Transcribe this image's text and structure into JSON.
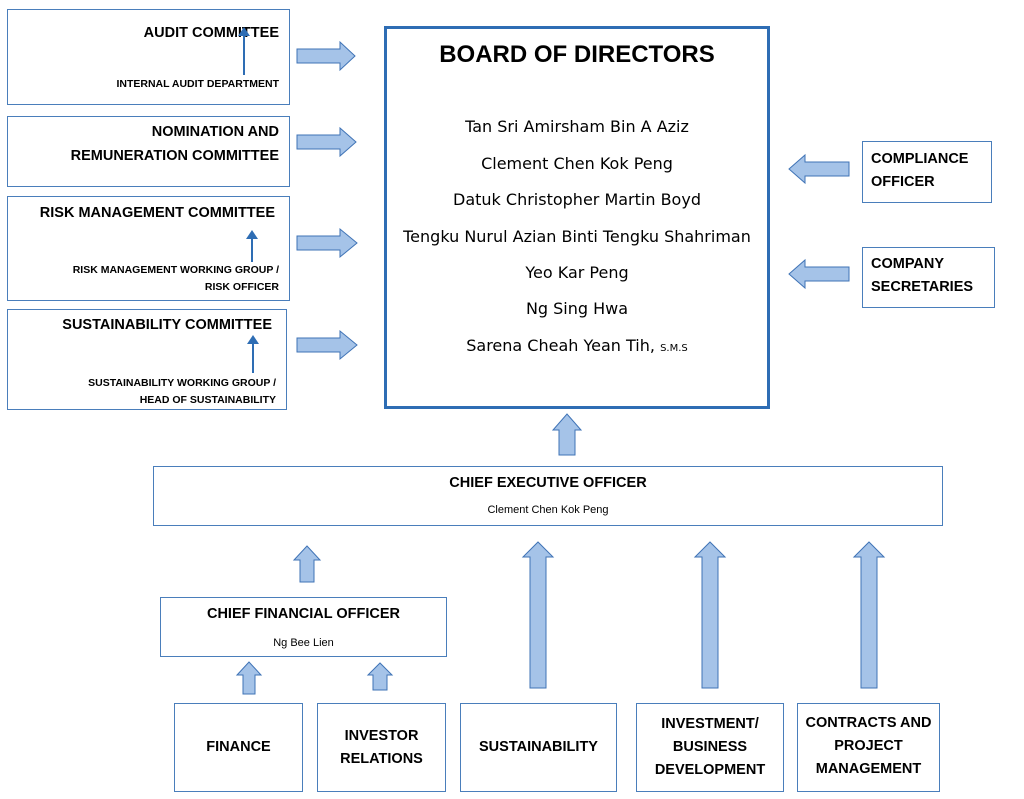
{
  "board": {
    "title": "BOARD OF DIRECTORS",
    "members": [
      "Tan Sri Amirsham Bin A Aziz",
      "Clement Chen Kok Peng",
      "Datuk Christopher Martin Boyd",
      "Tengku Nurul Azian Binti Tengku Shahriman",
      "Yeo Kar Peng",
      "Ng Sing Hwa",
      "Sarena Cheah Yean Tih,"
    ],
    "last_member_suffix": "S.M.S"
  },
  "committees": {
    "audit": {
      "title": "AUDIT COMMITTEE",
      "sub": "INTERNAL AUDIT DEPARTMENT"
    },
    "nomination": {
      "title_line1": "NOMINATION AND",
      "title_line2": "REMUNERATION COMMITTEE"
    },
    "risk": {
      "title": "RISK MANAGEMENT COMMITTEE",
      "sub_line1": "RISK MANAGEMENT WORKING GROUP /",
      "sub_line2": "RISK OFFICER"
    },
    "sustainability": {
      "title": "SUSTAINABILITY COMMITTEE",
      "sub_line1": "SUSTAINABILITY WORKING GROUP /",
      "sub_line2": "HEAD OF SUSTAINABILITY"
    }
  },
  "side": {
    "compliance": {
      "line1": "COMPLIANCE",
      "line2": "OFFICER"
    },
    "secretaries": {
      "line1": "COMPANY",
      "line2": "SECRETARIES"
    }
  },
  "ceo": {
    "title": "CHIEF EXECUTIVE OFFICER",
    "name": "Clement Chen Kok Peng"
  },
  "cfo": {
    "title": "CHIEF FINANCIAL OFFICER",
    "name": "Ng Bee Lien"
  },
  "departments": {
    "finance": {
      "line1": "FINANCE"
    },
    "investor": {
      "line1": "INVESTOR",
      "line2": "RELATIONS"
    },
    "sustainability": {
      "line1": "SUSTAINABILITY"
    },
    "investment": {
      "line1": "INVESTMENT/",
      "line2": "BUSINESS",
      "line3": "DEVELOPMENT"
    },
    "contracts": {
      "line1": "CONTRACTS AND",
      "line2": "PROJECT",
      "line3": "MANAGEMENT"
    }
  },
  "colors": {
    "border": "#4a7ebb",
    "board_border": "#2e6db4",
    "arrow_fill": "#a5c3e8",
    "arrow_stroke": "#3f73b6",
    "small_arrow": "#2e6db4"
  }
}
